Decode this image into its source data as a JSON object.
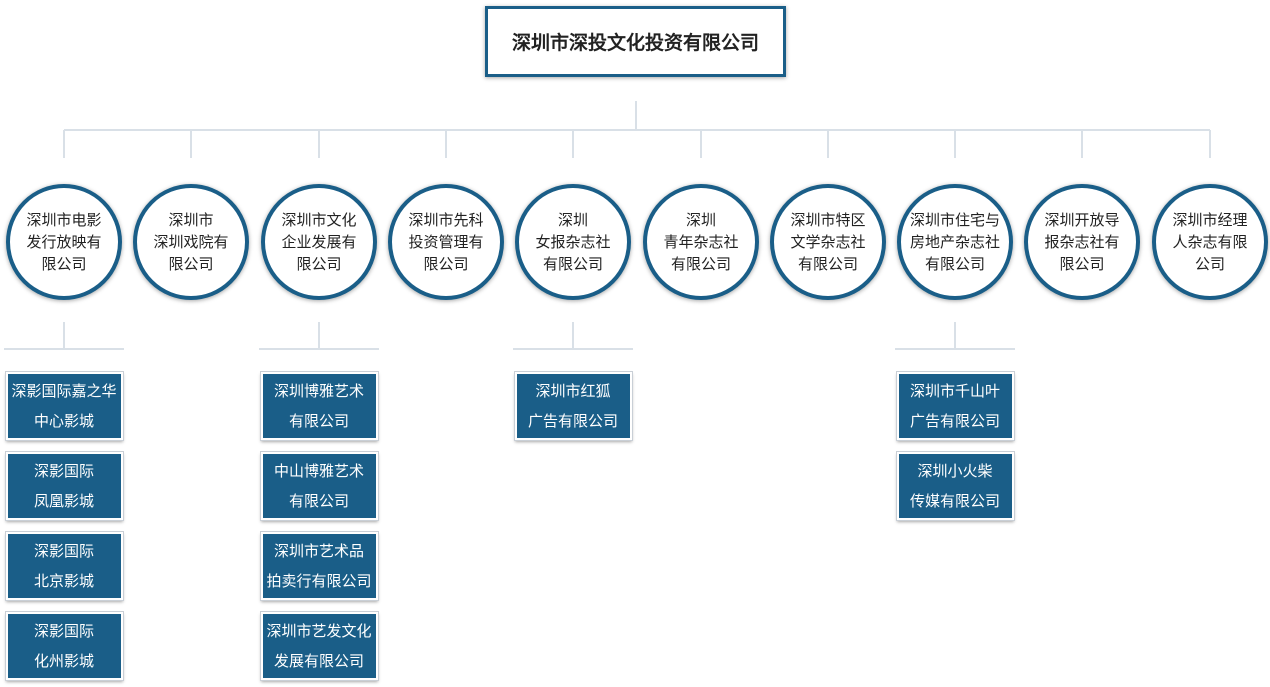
{
  "root": {
    "label": "深圳市深投文化投资有限公司"
  },
  "children": [
    {
      "label": "深圳市电影\n发行放映有\n限公司",
      "subs": [
        "深影国际嘉之华\n中心影城",
        "深影国际\n凤凰影城",
        "深影国际\n北京影城",
        "深影国际\n化州影城"
      ]
    },
    {
      "label": "深圳市\n深圳戏院有\n限公司",
      "subs": []
    },
    {
      "label": "深圳市文化\n企业发展有\n限公司",
      "subs": [
        "深圳博雅艺术\n有限公司",
        "中山博雅艺术\n有限公司",
        "深圳市艺术品\n拍卖行有限公司",
        "深圳市艺发文化\n发展有限公司"
      ]
    },
    {
      "label": "深圳市先科\n投资管理有\n限公司",
      "subs": []
    },
    {
      "label": "深圳\n女报杂志社\n有限公司",
      "subs": [
        "深圳市红狐\n广告有限公司"
      ]
    },
    {
      "label": "深圳\n青年杂志社\n有限公司",
      "subs": []
    },
    {
      "label": "深圳市特区\n文学杂志社\n有限公司",
      "subs": []
    },
    {
      "label": "深圳市住宅与\n房地产杂志社\n有限公司",
      "subs": [
        "深圳市千山叶\n广告有限公司",
        "深圳小火柴\n传媒有限公司"
      ]
    },
    {
      "label": "深圳开放导\n报杂志社有\n限公司",
      "subs": []
    },
    {
      "label": "深圳市经理\n人杂志有限\n公司",
      "subs": []
    }
  ],
  "colors": {
    "node_border": "#1a5e88",
    "sub_fill": "#1a5e88",
    "connector": "#d9e0e7"
  }
}
